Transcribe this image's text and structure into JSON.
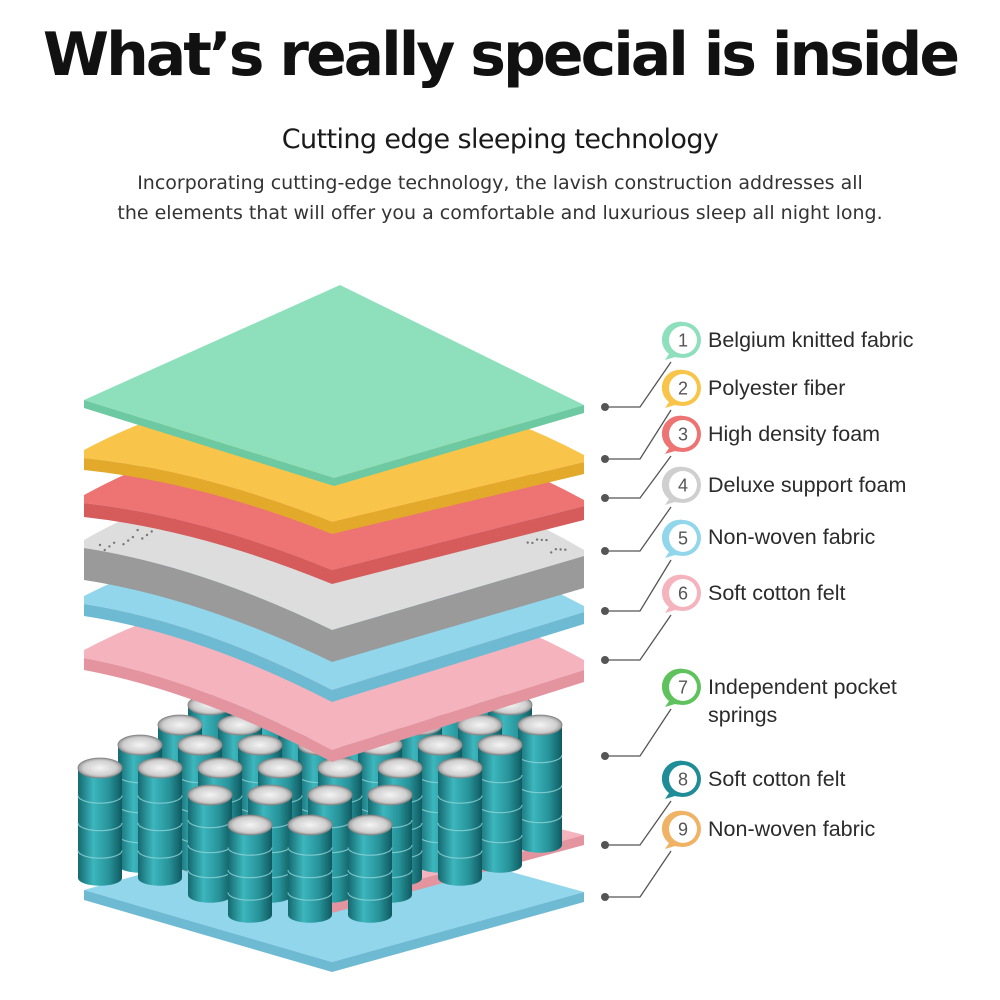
{
  "heading": "What’s really special is inside",
  "subheading": "Cutting edge sleeping technology",
  "description_lines": [
    "Incorporating cutting-edge technology, the lavish construction addresses all",
    "the elements that will offer you a comfortable and luxurious sleep all night long."
  ],
  "layers": [
    {
      "number": "1",
      "label": "Belgium knitted fabric",
      "color": "#8ee0bd"
    },
    {
      "number": "2",
      "label": "Polyester fiber",
      "color": "#f8c54a"
    },
    {
      "number": "3",
      "label": "High density foam",
      "color": "#ee7373"
    },
    {
      "number": "4",
      "label": "Deluxe support foam",
      "color": "#cfcfcf"
    },
    {
      "number": "5",
      "label": "Non-woven fabric",
      "color": "#92d6ec"
    },
    {
      "number": "6",
      "label": "Soft cotton felt",
      "color": "#f5b4bd"
    },
    {
      "number": "7",
      "label": "Independent pocket springs",
      "color": "#5fc25c"
    },
    {
      "number": "8",
      "label": "Soft cotton felt",
      "color": "#1f8d97"
    },
    {
      "number": "9",
      "label": "Non-woven fabric",
      "color": "#f0b264"
    }
  ]
}
